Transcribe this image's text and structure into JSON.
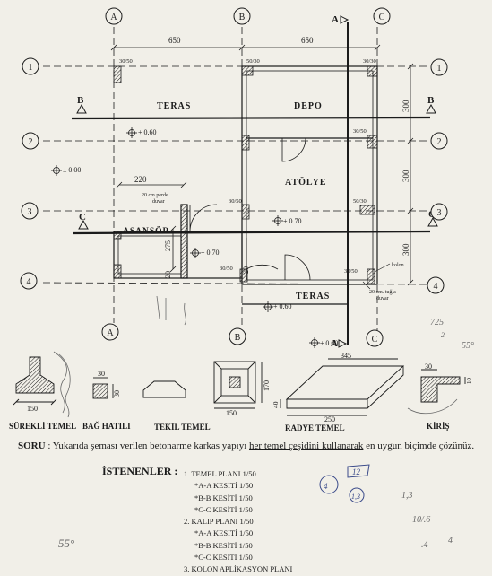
{
  "axes": {
    "columns": [
      "A",
      "B",
      "C"
    ],
    "rows": [
      "1",
      "2",
      "3",
      "4"
    ],
    "section_cuts": [
      "A",
      "B",
      "C"
    ]
  },
  "dimensions": {
    "span_ab": "650",
    "span_bc": "650",
    "row_12": "300",
    "row_23": "300",
    "row_34": "300",
    "perde_220": "220",
    "asansor_275": "275",
    "small_20": "20",
    "small_20b": "20"
  },
  "rooms": {
    "teras_top": "TERAS",
    "depo": "DEPO",
    "atolye": "ATÖLYE",
    "asansor": "ASANSÖR",
    "teras_bottom": "TERAS"
  },
  "columns_sizes": {
    "c1a": "30/50",
    "c1b": "50/30",
    "c1c": "30/30",
    "c2c": "30/50",
    "c3b": "30/50",
    "c3c": "50/30",
    "c4b": "30/50",
    "c4c": "30/50"
  },
  "levels": {
    "teras": "+ 0.60",
    "outside": "± 0.00",
    "atolye": "+ 0.70",
    "asansor": "+ 0.70",
    "teras_bottom": "+ 0.60",
    "outside_bottom": "± 0.00"
  },
  "notes": {
    "perde_1": "20 cm perde",
    "perde_2": "duvar",
    "kolon": "kolon",
    "tugla_1": "20 cm. tuğla",
    "tugla_2": "duvar"
  },
  "elements": {
    "surekli": {
      "label": "SÜREKLİ TEMEL",
      "dim": "150"
    },
    "bag": {
      "label": "BAĞ HATILI",
      "dim": "30",
      "dim2": "30"
    },
    "tekil": {
      "label": "TEKİL TEMEL",
      "dim": "150",
      "dim2": "170"
    },
    "radye": {
      "label": "RADYE TEMEL",
      "dim": "250",
      "dim2": "345",
      "dim3": "40"
    },
    "kiris": {
      "label": "KİRİŞ",
      "dim": "30",
      "dim2": "10"
    }
  },
  "question": {
    "lead": "SORU",
    "text_1": " : Yukarıda şeması verilen betonarme karkas yapıyı ",
    "underlined": "her temel çeşidini kullanarak",
    "text_2": " en uygun biçimde çözünüz."
  },
  "requested": {
    "heading": "İSTENENLER :",
    "items": [
      {
        "text": "1. TEMEL PLANI 1/50",
        "sub": false
      },
      {
        "text": "*A-A KESİTİ 1/50",
        "sub": true
      },
      {
        "text": "*B-B KESİTİ 1/50",
        "sub": true
      },
      {
        "text": "*C-C KESİTİ 1/50",
        "sub": true
      },
      {
        "text": "2. KALIP PLANI 1/50",
        "sub": false
      },
      {
        "text": "*A-A KESİTİ 1/50",
        "sub": true
      },
      {
        "text": "*B-B KESİTİ 1/50",
        "sub": true
      },
      {
        "text": "*C-C KESİTİ 1/50",
        "sub": true
      },
      {
        "text": "3. KOLON APLİKASYON PLANI",
        "sub": false
      }
    ]
  },
  "handwriting": {
    "h1": "725",
    "h2": "2",
    "h3": "55°",
    "h4": "4",
    "h5": "12",
    "h6": "1,3",
    "h7": "1,3",
    "h8": "10/.6",
    "h9": ".4",
    "h10": "4",
    "h11": "55°"
  },
  "colors": {
    "paper": "#f1efe8",
    "ink": "#1b1b1b",
    "pencil": "#6a6a6a",
    "pen": "#3a4a8a"
  }
}
